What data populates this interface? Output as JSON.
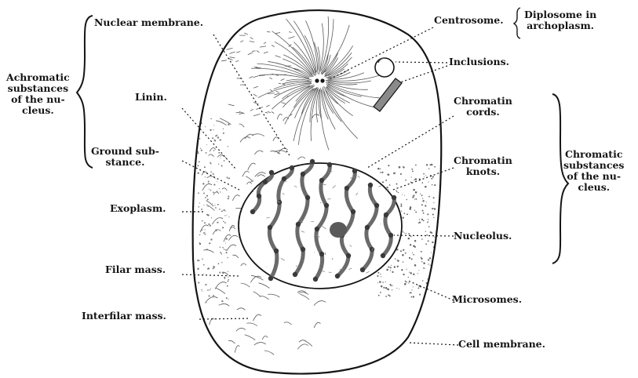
{
  "labels": {
    "nuclear_membrane": "Nuclear membrane.",
    "centrosome": "Centrosome.",
    "diplosome": "Diplosome in\narchoplasm.",
    "inclusions": "Inclusions.",
    "achromatic": "Achromatic\nsubstances\nof the nu-\ncleus.",
    "linin": "Linin.",
    "chromatin_cords": "Chromatin\ncords.",
    "ground_substance": "Ground sub-\nstance.",
    "chromatin_knots": "Chromatin\nknots.",
    "chromatic": "Chromatic\nsubstances\nof the nu-\ncleus.",
    "exoplasm": "Exoplasm.",
    "nucleolus": "Nucleolus.",
    "filar_mass": "Filar mass.",
    "microsomes": "Microsomes.",
    "interfilar_mass": "Interfilar mass.",
    "cell_membrane": "Cell membrane."
  },
  "colors": {
    "ink": "#151515",
    "paper": "#ffffff",
    "chromatin": "#6a6a6a"
  }
}
